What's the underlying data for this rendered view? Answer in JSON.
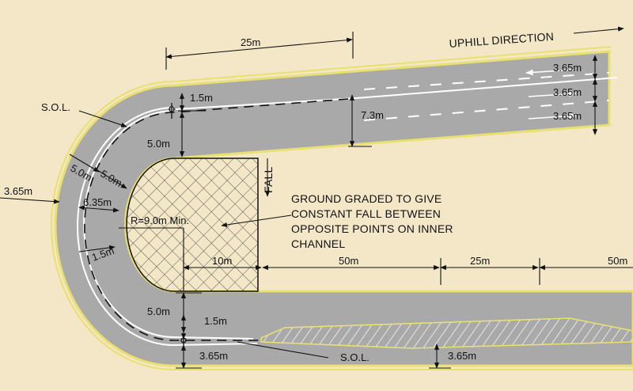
{
  "direction_label": "UPHILL DIRECTION",
  "note_lines": [
    "GROUND GRADED TO GIVE",
    "CONSTANT FALL BETWEEN",
    "OPPOSITE POINTS ON INNER",
    "CHANNEL"
  ],
  "fall_label": "FALL",
  "sol_label": "S.O.L.",
  "radius_label": "R=9.0m Min.",
  "dims": {
    "top_25": "25m",
    "lane1": "3.65m",
    "lane2": "3.65m",
    "lane3": "3.65m",
    "w73": "7.3m",
    "top_15": "1.5m",
    "top_50": "5.0m",
    "left_365": "3.65m",
    "left_50a": "5.0m",
    "left_50b": "5.0m",
    "left_635": "6.35m",
    "left_15": "1.5m",
    "bot_10": "10m",
    "bot_50a": "50m",
    "bot_25": "25m",
    "bot_50b": "50m",
    "low_50": "5.0m",
    "low_15": "1.5m",
    "low_365a": "3.65m",
    "low_365b": "3.65m"
  },
  "colors": {
    "background": "#f3e7c8",
    "road": "#a9a9a9",
    "edge_line": "#e8e070",
    "marking": "#ffffff",
    "dimension": "#111111"
  }
}
